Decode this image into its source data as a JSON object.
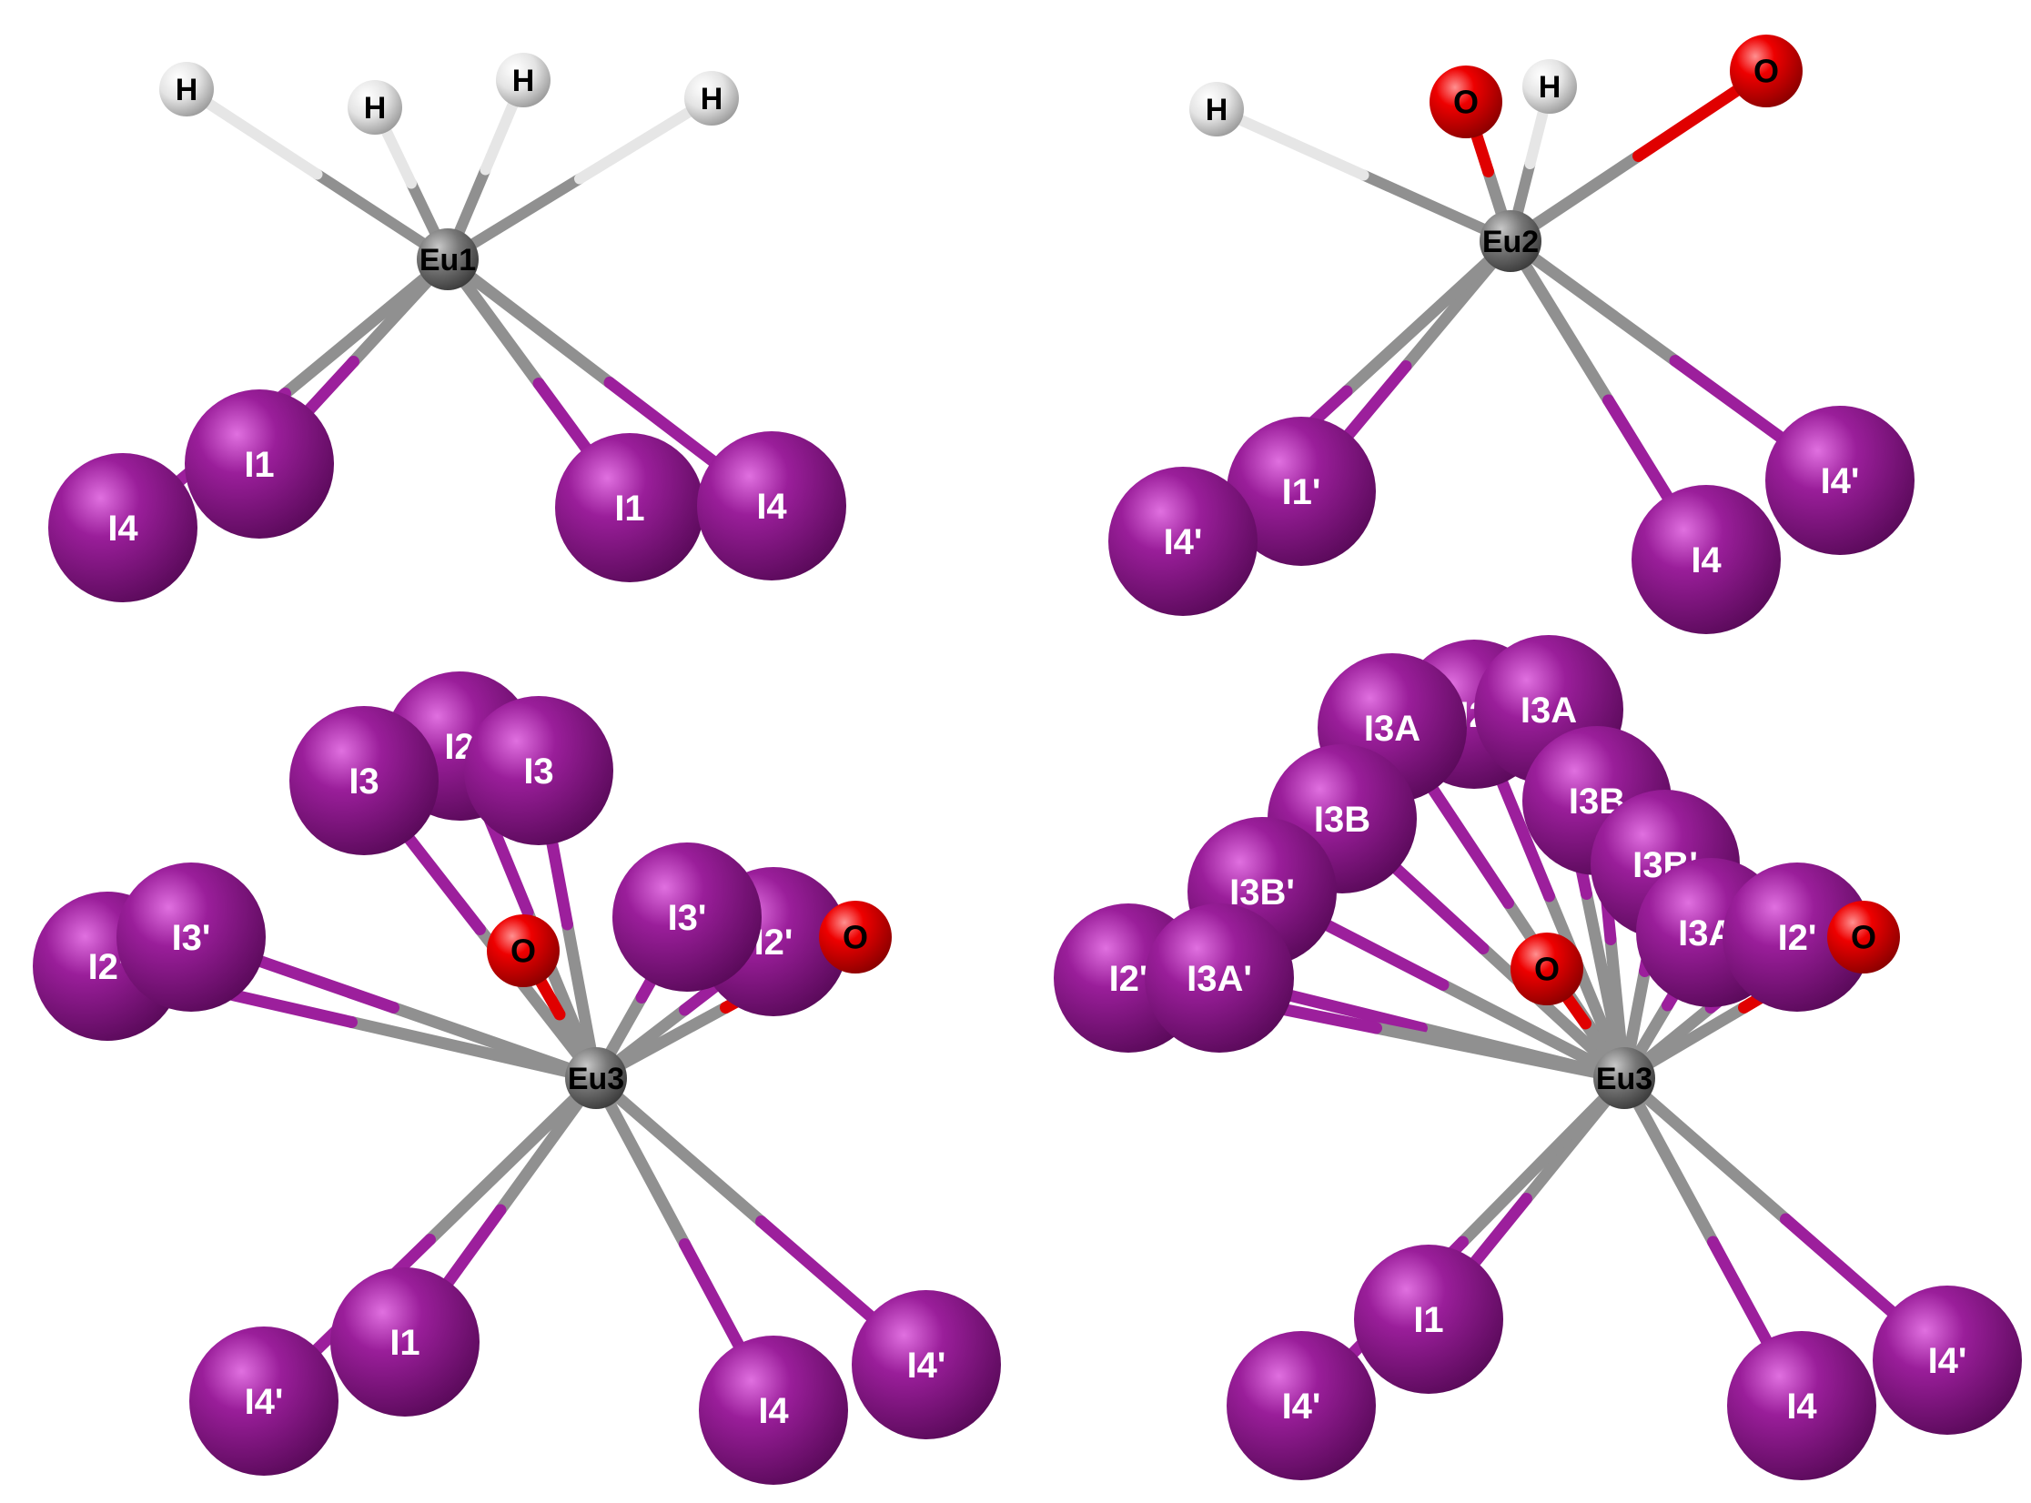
{
  "colors": {
    "eu": "#6b6b6b",
    "iodine": "#8a178a",
    "iodine_bond": "#9c1f9c",
    "oxygen": "#e00000",
    "hydrogen": "#e6e6e6",
    "metal_bond": "#909090",
    "oxygen_bond": "#e00000",
    "dark_label": "#000000",
    "light_label": "#ffffff"
  },
  "panels": [
    {
      "id": "panel-eu1",
      "center": {
        "label": "Eu1"
      },
      "atoms": [
        {
          "element": "H",
          "label": "H"
        },
        {
          "element": "H",
          "label": "H"
        },
        {
          "element": "H",
          "label": "H"
        },
        {
          "element": "H",
          "label": "H"
        },
        {
          "element": "I",
          "label": "I1"
        },
        {
          "element": "I",
          "label": "I4"
        },
        {
          "element": "I",
          "label": "I1"
        },
        {
          "element": "I",
          "label": "I4"
        }
      ]
    },
    {
      "id": "panel-eu2",
      "center": {
        "label": "Eu2"
      },
      "atoms": [
        {
          "element": "H",
          "label": "H"
        },
        {
          "element": "O",
          "label": "O"
        },
        {
          "element": "H",
          "label": "H"
        },
        {
          "element": "O",
          "label": "O"
        },
        {
          "element": "I",
          "label": "I1'"
        },
        {
          "element": "I",
          "label": "I4'"
        },
        {
          "element": "I",
          "label": "I4'"
        },
        {
          "element": "I",
          "label": "I4"
        }
      ]
    },
    {
      "id": "panel-eu3-left",
      "center": {
        "label": "Eu3"
      },
      "atoms": [
        {
          "element": "I",
          "label": "I3"
        },
        {
          "element": "I",
          "label": "I2"
        },
        {
          "element": "I",
          "label": "I3"
        },
        {
          "element": "I",
          "label": "I3'"
        },
        {
          "element": "I",
          "label": "I2'"
        },
        {
          "element": "I",
          "label": "I3'"
        },
        {
          "element": "I",
          "label": "I2'"
        },
        {
          "element": "O",
          "label": "O"
        },
        {
          "element": "O",
          "label": "O"
        },
        {
          "element": "I",
          "label": "I1"
        },
        {
          "element": "I",
          "label": "I4'"
        },
        {
          "element": "I",
          "label": "I4"
        },
        {
          "element": "I",
          "label": "I4'"
        }
      ]
    },
    {
      "id": "panel-eu3-right",
      "center": {
        "label": "Eu3"
      },
      "atoms": [
        {
          "element": "I",
          "label": "I3A"
        },
        {
          "element": "I",
          "label": "I2"
        },
        {
          "element": "I",
          "label": "I3A"
        },
        {
          "element": "I",
          "label": "I3B"
        },
        {
          "element": "I",
          "label": "I3B"
        },
        {
          "element": "I",
          "label": "I3B'"
        },
        {
          "element": "I",
          "label": "I3B'"
        },
        {
          "element": "I",
          "label": "I2'"
        },
        {
          "element": "I",
          "label": "I3A'"
        },
        {
          "element": "I",
          "label": "I3A'"
        },
        {
          "element": "I",
          "label": "I2'"
        },
        {
          "element": "O",
          "label": "O"
        },
        {
          "element": "O",
          "label": "O"
        },
        {
          "element": "I",
          "label": "I1"
        },
        {
          "element": "I",
          "label": "I4'"
        },
        {
          "element": "I",
          "label": "I4"
        },
        {
          "element": "I",
          "label": "I4'"
        }
      ]
    }
  ]
}
